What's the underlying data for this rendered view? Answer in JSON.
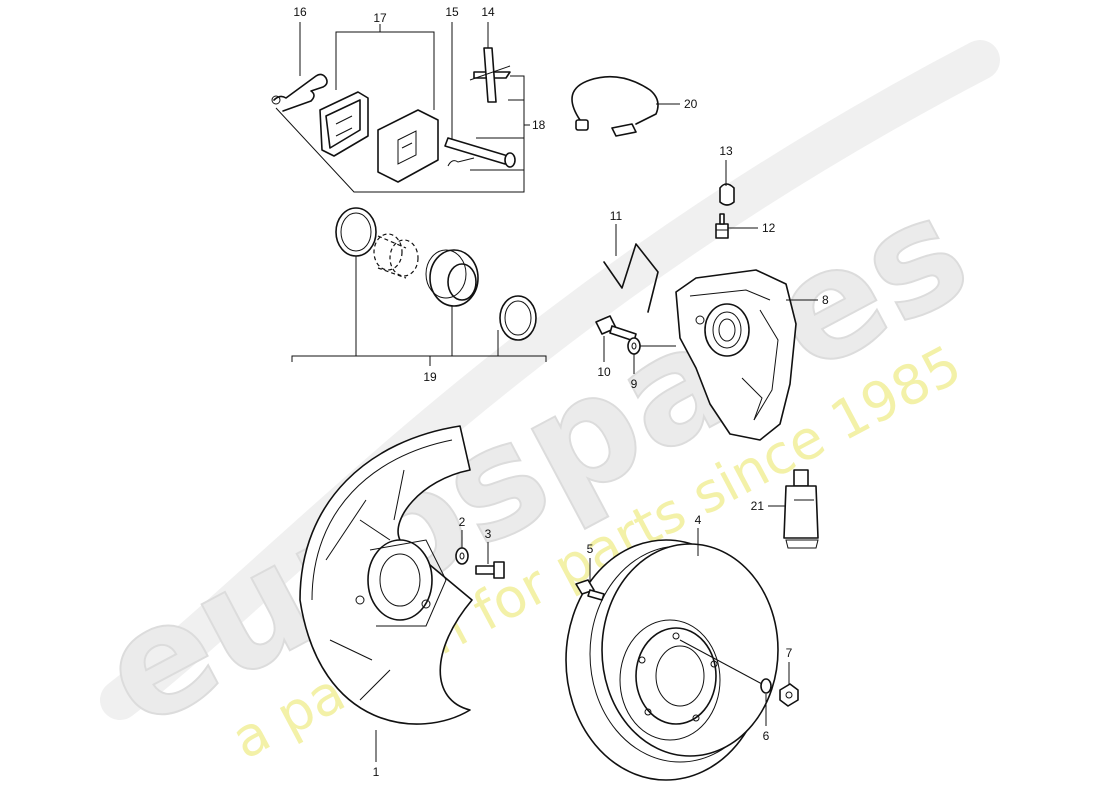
{
  "diagram": {
    "callouts": [
      {
        "id": "c1",
        "label": "1"
      },
      {
        "id": "c2",
        "label": "2"
      },
      {
        "id": "c3",
        "label": "3"
      },
      {
        "id": "c4",
        "label": "4"
      },
      {
        "id": "c5",
        "label": "5"
      },
      {
        "id": "c6",
        "label": "6"
      },
      {
        "id": "c7",
        "label": "7"
      },
      {
        "id": "c8",
        "label": "8"
      },
      {
        "id": "c9",
        "label": "9"
      },
      {
        "id": "c10",
        "label": "10"
      },
      {
        "id": "c11",
        "label": "11"
      },
      {
        "id": "c12",
        "label": "12"
      },
      {
        "id": "c13",
        "label": "13"
      },
      {
        "id": "c14",
        "label": "14"
      },
      {
        "id": "c15",
        "label": "15"
      },
      {
        "id": "c16",
        "label": "16"
      },
      {
        "id": "c17",
        "label": "17"
      },
      {
        "id": "c18",
        "label": "18"
      },
      {
        "id": "c19",
        "label": "19"
      },
      {
        "id": "c20",
        "label": "20"
      },
      {
        "id": "c21",
        "label": "21"
      }
    ]
  },
  "watermark": {
    "brand": "eurospares",
    "tagline": "a passion for parts since 1985"
  }
}
